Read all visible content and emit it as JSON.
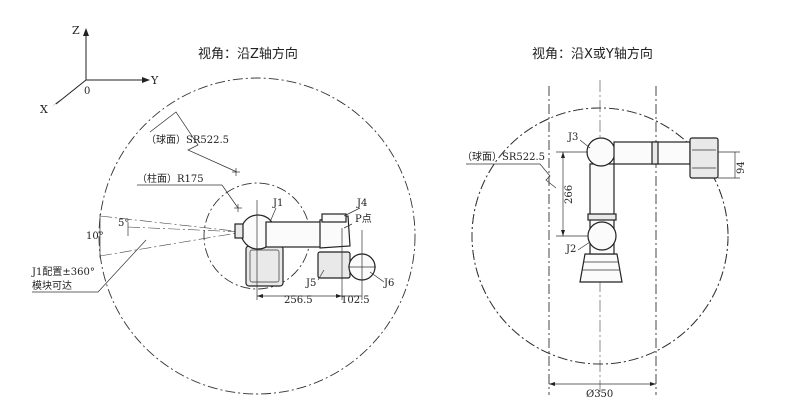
{
  "axes": {
    "z": "Z",
    "y": "Y",
    "x": "X",
    "origin": "0"
  },
  "left_view": {
    "title": "视角：沿Z轴方向",
    "sphere_label": "（球面）SR522.5",
    "cylinder_label": "（柱面）R175",
    "j1_note_line1": "J1配置±360°",
    "j1_note_line2": "模块可达",
    "dim_10": "10°",
    "dim_5": "5°",
    "dim_256": "256.5",
    "dim_102": "102.5",
    "joint_j1": "J1",
    "joint_j4": "J4",
    "joint_j5": "J5",
    "joint_j6": "J6",
    "p_point": "P点"
  },
  "right_view": {
    "title": "视角：沿X或Y轴方向",
    "sphere_label": "（球面）SR522.5",
    "joint_j2": "J2",
    "joint_j3": "J3",
    "dim_266": "266",
    "dim_94": "94",
    "dim_350": "Ø350"
  }
}
